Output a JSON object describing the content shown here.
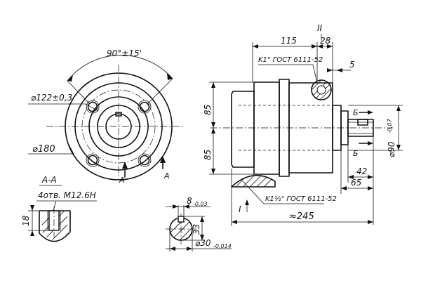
{
  "front_view": {
    "angle_dim": "90°±15'",
    "bolt_circle_dim": "⌀122±0,3",
    "outer_dim": "⌀180",
    "section_letter": "A"
  },
  "section_aa": {
    "title": "A-A",
    "holes_note": "4отв. M12.6H",
    "depth_dim": "18"
  },
  "shaft_section": {
    "key_width_dim": "8",
    "key_width_tol": "-0,03",
    "height_dim": "33",
    "diameter_dim": "⌀30",
    "diameter_tol": "-0,014"
  },
  "side_view": {
    "view_mark_top": "II",
    "view_mark_left": "I",
    "dim_115": "115",
    "dim_28": "28",
    "dim_5": "5",
    "dim_85_top": "85",
    "dim_85_bottom": "85",
    "port_top": "K1\" ГОСТ 6111-52",
    "port_bottom": "K1½\" ГОСТ 6111-52",
    "section_b": "Б",
    "shaft_diameter_dim": "⌀90",
    "shaft_diameter_tol": "-0,07",
    "dim_42": "42",
    "dim_65": "65",
    "overall_dim": "≈245"
  }
}
